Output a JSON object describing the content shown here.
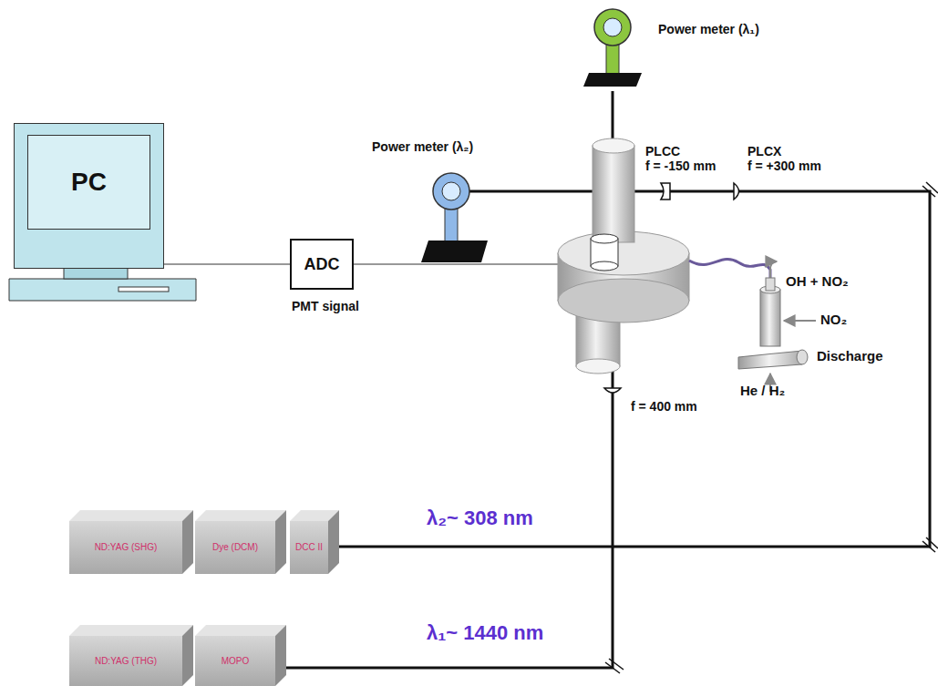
{
  "diagram": {
    "nodes": [
      {
        "text": [
          "PC"
        ]
      },
      {
        "text": [
          "ADC"
        ]
      },
      {
        "text": [
          "ND:YAG (SHG)"
        ]
      },
      {
        "text": [
          "Dye (DCM)"
        ]
      },
      {
        "text": [
          "DCC II"
        ]
      },
      {
        "text": [
          "ND:YAG (THG)"
        ]
      },
      {
        "text": [
          "MOPO"
        ]
      }
    ],
    "edges": [
      {
        "from": 0,
        "to": 1,
        "arrow": "none"
      }
    ],
    "labels": [
      "PMT signal",
      "Power meter (λ₁)",
      "Power meter (λ₂)",
      "PLCC",
      "f = -150 mm",
      "PLCX",
      "f = +300 mm",
      "OH + NO₂",
      "NO₂",
      "Discharge",
      "He / H₂",
      "f = 400 mm",
      "λ₂~ 308 nm",
      "λ₁~ 1440 nm"
    ]
  }
}
